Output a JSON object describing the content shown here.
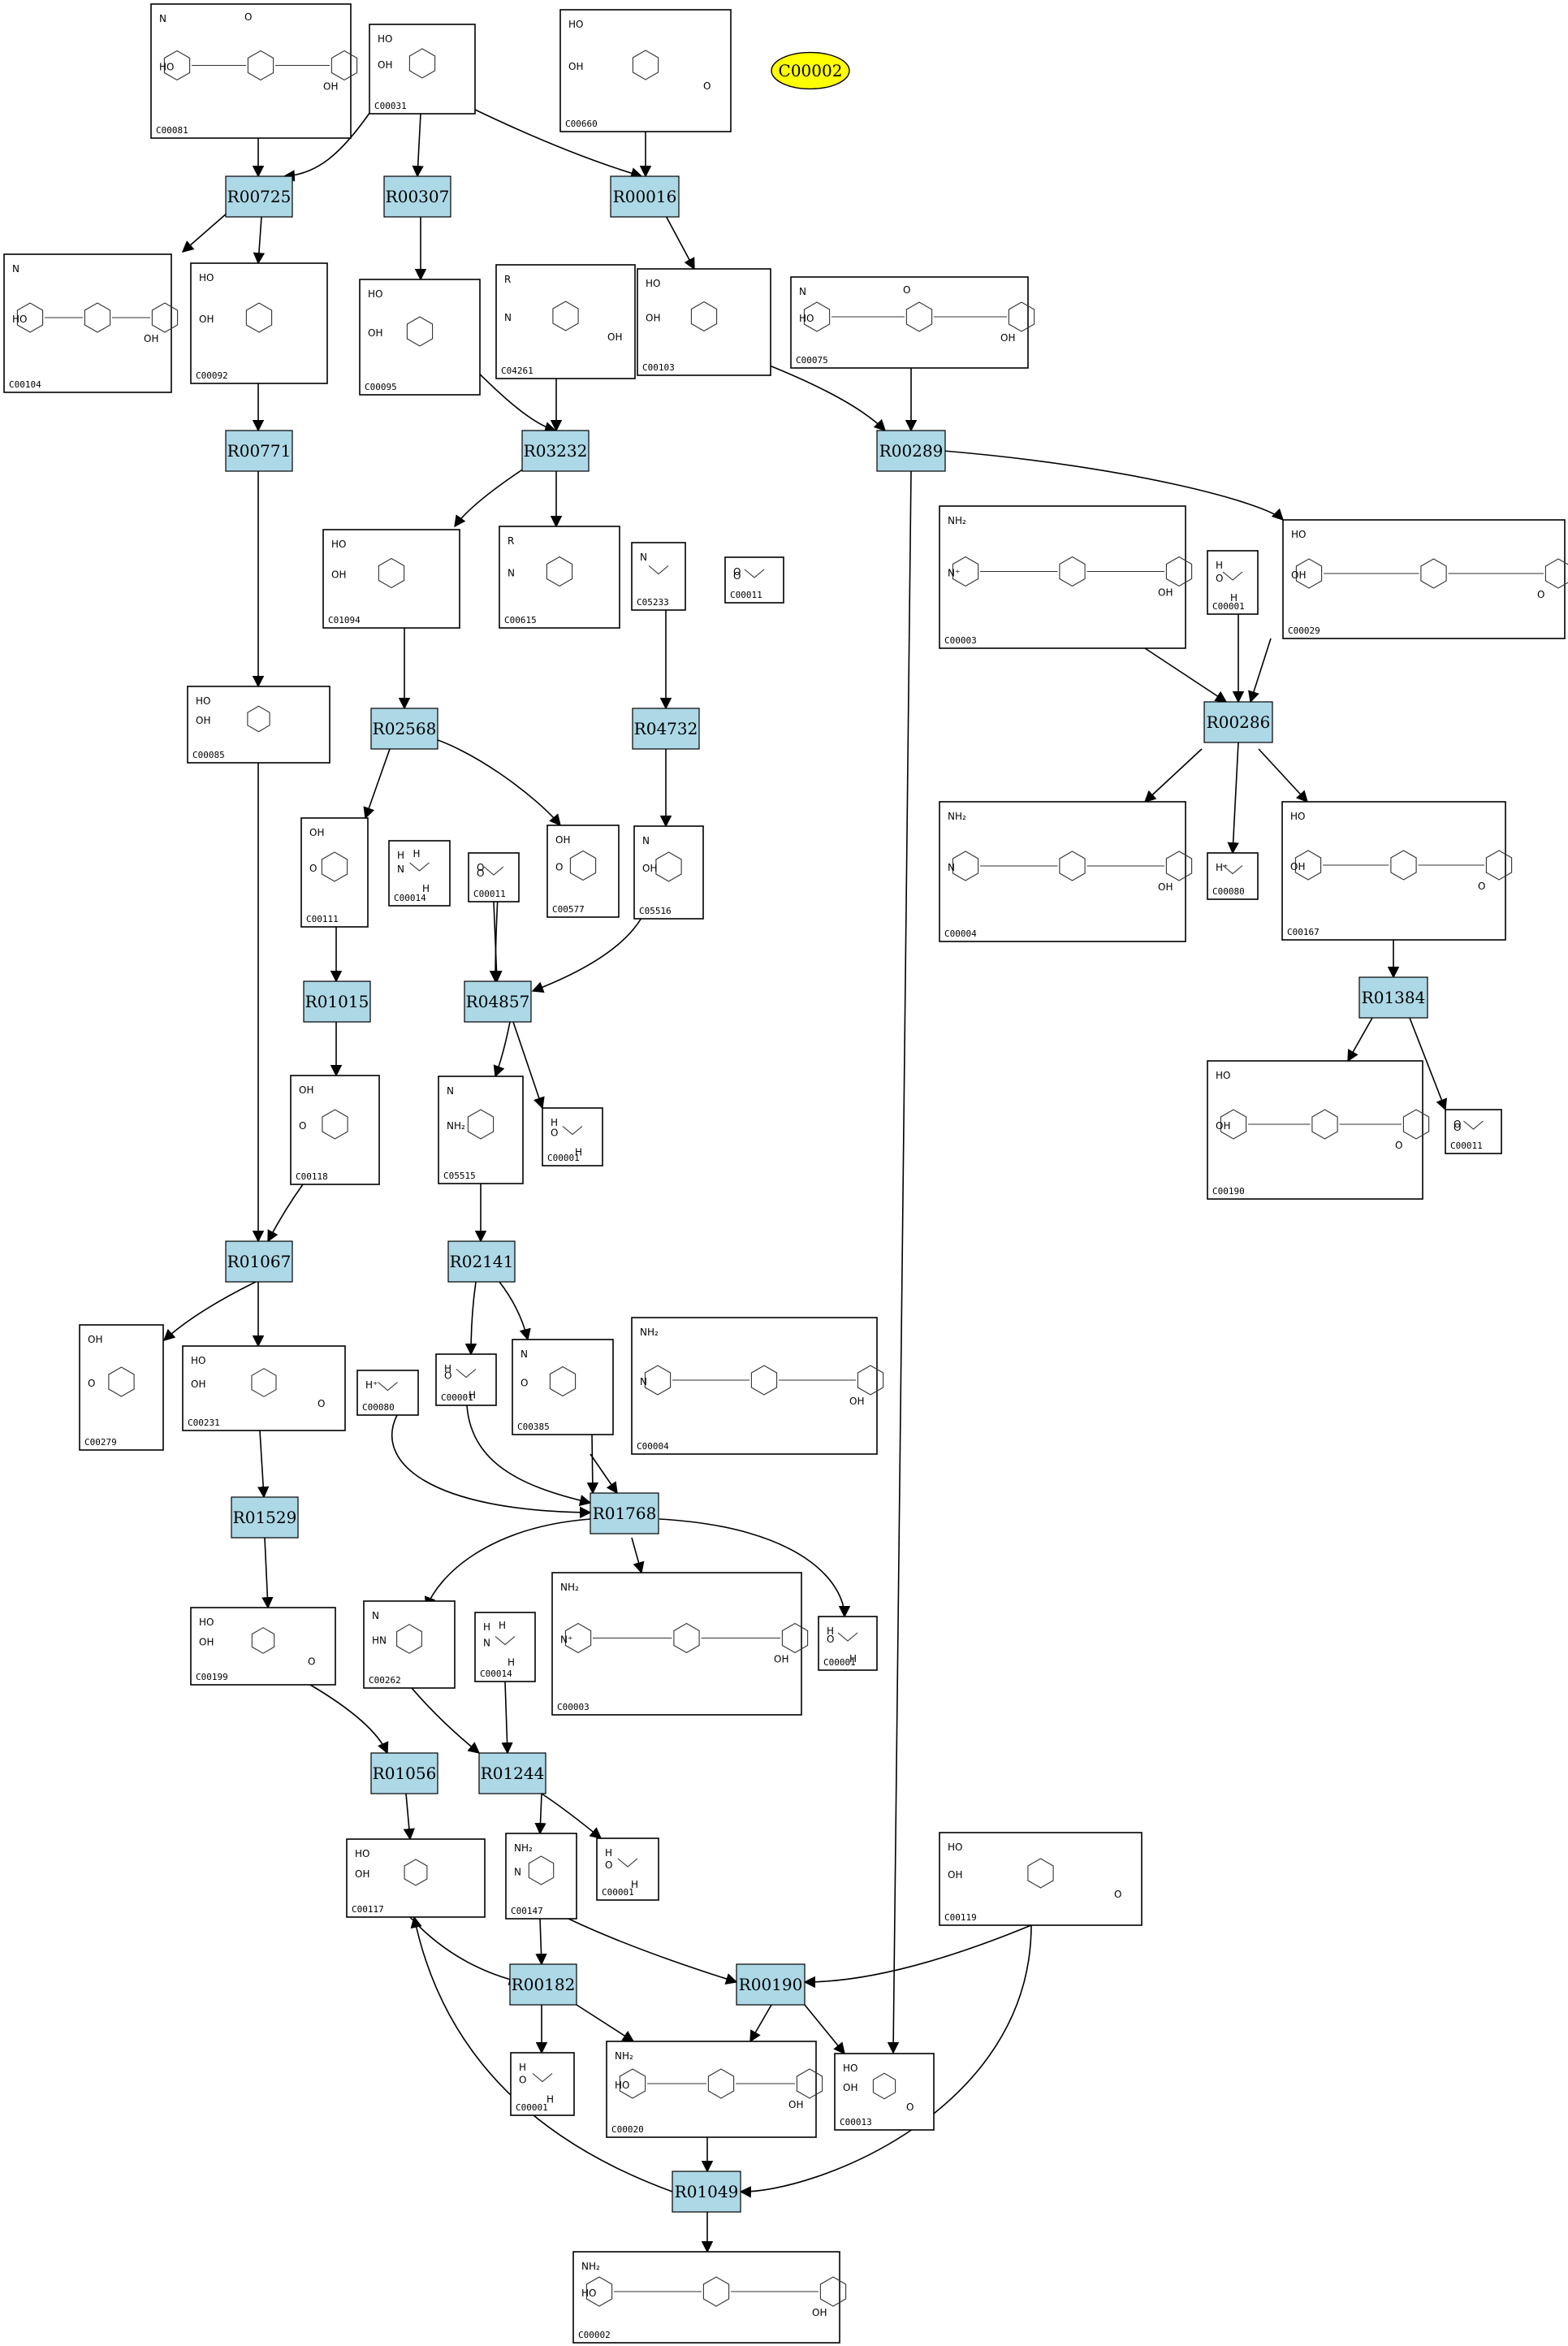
{
  "target": {
    "id": "C00002",
    "color": "#ffff00"
  },
  "colors": {
    "reaction_fill": "#add8e6",
    "compound_fill": "#ffffff",
    "edge": "#000000"
  },
  "reactions": [
    "R00725",
    "R00307",
    "R00016",
    "R00771",
    "R03232",
    "R00289",
    "R02568",
    "R04732",
    "R00286",
    "R01015",
    "R04857",
    "R01384",
    "R01067",
    "R02141",
    "R01529",
    "R01768",
    "R01056",
    "R01244",
    "R00182",
    "R00190",
    "R01049"
  ],
  "compounds": [
    {
      "id": "C00081",
      "atoms": [
        "N",
        "HO",
        "OH",
        "O"
      ]
    },
    {
      "id": "C00031",
      "atoms": [
        "HO",
        "OH"
      ]
    },
    {
      "id": "C00660",
      "atoms": [
        "HO",
        "OH",
        "O"
      ]
    },
    {
      "id": "C00104",
      "atoms": [
        "N",
        "HO",
        "OH"
      ]
    },
    {
      "id": "C00092",
      "atoms": [
        "HO",
        "OH"
      ]
    },
    {
      "id": "C00095",
      "atoms": [
        "HO",
        "OH"
      ]
    },
    {
      "id": "C04261",
      "atoms": [
        "R",
        "N",
        "OH"
      ]
    },
    {
      "id": "C00103",
      "atoms": [
        "HO",
        "OH"
      ]
    },
    {
      "id": "C00075",
      "atoms": [
        "N",
        "HO",
        "OH",
        "O"
      ]
    },
    {
      "id": "C01094",
      "atoms": [
        "HO",
        "OH"
      ]
    },
    {
      "id": "C00615",
      "atoms": [
        "R",
        "N"
      ]
    },
    {
      "id": "C05233",
      "atoms": [
        "N"
      ]
    },
    {
      "id": "C00011",
      "atoms": [
        "O",
        "O"
      ]
    },
    {
      "id": "C00003",
      "atoms": [
        "NH₂",
        "N⁺",
        "OH"
      ]
    },
    {
      "id": "C00001",
      "atoms": [
        "H",
        "O",
        "H"
      ]
    },
    {
      "id": "C00029",
      "atoms": [
        "HO",
        "OH",
        "O"
      ]
    },
    {
      "id": "C00085",
      "atoms": [
        "HO",
        "OH"
      ]
    },
    {
      "id": "C00111",
      "atoms": [
        "OH",
        "O"
      ]
    },
    {
      "id": "C00014",
      "atoms": [
        "H",
        "N",
        "H",
        "H"
      ]
    },
    {
      "id": "C00011",
      "atoms": [
        "O",
        "O"
      ]
    },
    {
      "id": "C00577",
      "atoms": [
        "OH",
        "O"
      ]
    },
    {
      "id": "C05516",
      "atoms": [
        "N",
        "OH"
      ]
    },
    {
      "id": "C00004",
      "atoms": [
        "NH₂",
        "N",
        "OH"
      ]
    },
    {
      "id": "C00080",
      "atoms": [
        "H⁺"
      ]
    },
    {
      "id": "C00167",
      "atoms": [
        "HO",
        "OH",
        "O"
      ]
    },
    {
      "id": "C00118",
      "atoms": [
        "OH",
        "O"
      ]
    },
    {
      "id": "C05515",
      "atoms": [
        "N",
        "NH₂"
      ]
    },
    {
      "id": "C00001",
      "atoms": [
        "H",
        "O",
        "H"
      ]
    },
    {
      "id": "C00190",
      "atoms": [
        "HO",
        "OH",
        "O"
      ]
    },
    {
      "id": "C00011",
      "atoms": [
        "O",
        "O"
      ]
    },
    {
      "id": "C00279",
      "atoms": [
        "OH",
        "O"
      ]
    },
    {
      "id": "C00231",
      "atoms": [
        "HO",
        "OH",
        "O"
      ]
    },
    {
      "id": "C00080",
      "atoms": [
        "H⁺"
      ]
    },
    {
      "id": "C00001",
      "atoms": [
        "H",
        "O",
        "H"
      ]
    },
    {
      "id": "C00385",
      "atoms": [
        "N",
        "O"
      ]
    },
    {
      "id": "C00004",
      "atoms": [
        "NH₂",
        "N",
        "OH"
      ]
    },
    {
      "id": "C00199",
      "atoms": [
        "HO",
        "OH",
        "O"
      ]
    },
    {
      "id": "C00262",
      "atoms": [
        "N",
        "HN"
      ]
    },
    {
      "id": "C00014",
      "atoms": [
        "H",
        "N",
        "H",
        "H"
      ]
    },
    {
      "id": "C00003",
      "atoms": [
        "NH₂",
        "N⁺",
        "OH"
      ]
    },
    {
      "id": "C00001",
      "atoms": [
        "H",
        "O",
        "H"
      ]
    },
    {
      "id": "C00117",
      "atoms": [
        "HO",
        "OH"
      ]
    },
    {
      "id": "C00147",
      "atoms": [
        "NH₂",
        "N"
      ]
    },
    {
      "id": "C00001",
      "atoms": [
        "H",
        "O",
        "H"
      ]
    },
    {
      "id": "C00119",
      "atoms": [
        "HO",
        "OH",
        "O"
      ]
    },
    {
      "id": "C00001",
      "atoms": [
        "H",
        "O",
        "H"
      ]
    },
    {
      "id": "C00020",
      "atoms": [
        "NH₂",
        "HO",
        "OH"
      ]
    },
    {
      "id": "C00013",
      "atoms": [
        "HO",
        "OH",
        "O"
      ]
    },
    {
      "id": "C00002",
      "atoms": [
        "NH₂",
        "HO",
        "OH"
      ]
    }
  ]
}
